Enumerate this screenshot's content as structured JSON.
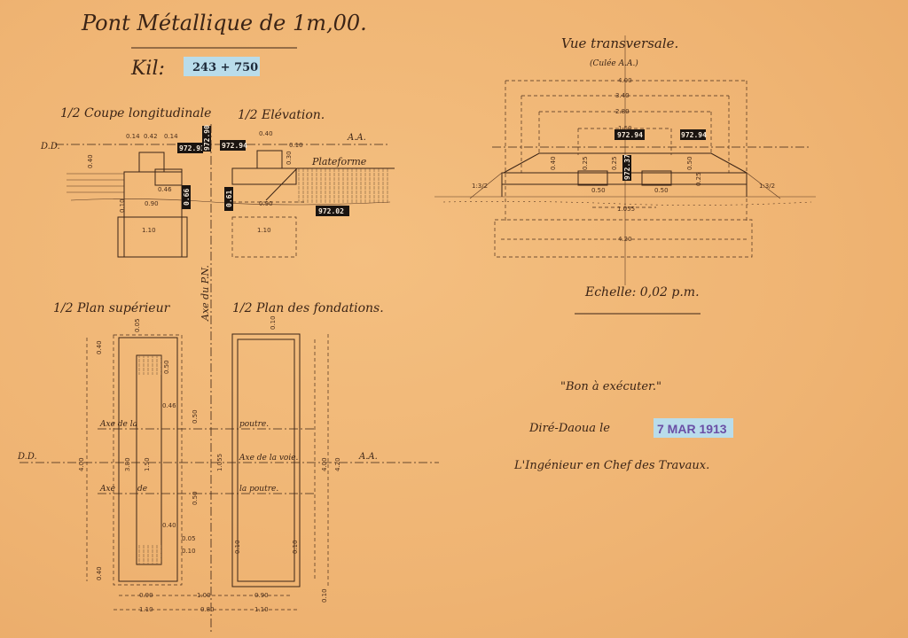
{
  "title": {
    "main": "Pont Métallique de 1m,00.",
    "kil_label": "Kil:",
    "kil_value": "243 + 750"
  },
  "section": {
    "coupe_label": "1/2 Coupe longitudinale",
    "elevation_label": "1/2 Elévation.",
    "dd": "D.D.",
    "aa": "A.A.",
    "plateforme": "Plateforme",
    "levels": [
      "972.93",
      "972.90",
      "972.94",
      "0.66",
      "0.61",
      "972.02"
    ],
    "dims": [
      "0.14",
      "0.42",
      "0.14",
      "0.40",
      "0.40",
      "0.10",
      "0.46",
      "0.90",
      "0.90",
      "1.10",
      "1.10",
      "0.10",
      "0.30"
    ]
  },
  "axis_label": "Axe du P.N.",
  "transverse": {
    "title": "Vue transversale.",
    "subtitle": "(Culée A.A.)",
    "dims": [
      "4.00",
      "3.40",
      "2.80",
      "1.50",
      "0.50",
      "0.50",
      "1.055",
      "4.20",
      "0.40",
      "0.50",
      "0.25",
      "0.25",
      "0.25"
    ],
    "levels": [
      "972.94",
      "972.94",
      "972.37"
    ],
    "slopes": [
      "1:3/2",
      "1:3/2"
    ],
    "scale": "Echelle: 0,02 p.m."
  },
  "plans": {
    "superieur_label": "1/2 Plan supérieur",
    "fondations_label": "1/2 Plan des fondations.",
    "dd": "D.D.",
    "aa": "A.A.",
    "axe_poutre_1a": "Axe de la",
    "axe_poutre_1b": "poutre.",
    "axe_voie": "Axe de la voie.",
    "axe_poutre_2a": "Axe",
    "axe_poutre_2b": "de",
    "axe_poutre_2c": "la poutre.",
    "dims_left": [
      "0.05",
      "0.40",
      "0.50",
      "0.46",
      "0.50",
      "0.50",
      "0.40",
      "0.05",
      "0.10",
      "0.40",
      "4.00",
      "3.80",
      "1.50",
      "1.055"
    ],
    "dims_right": [
      "0.10",
      "0.10",
      "0.10",
      "0.10",
      "4.00",
      "4.20"
    ],
    "dims_bottom": [
      "0.90",
      "1.00",
      "0.90",
      "1.10",
      "0.80",
      "1.10"
    ]
  },
  "approval": {
    "bon": "\"Bon à exécuter.\"",
    "place": "Diré-Daoua le",
    "date_stamp": "7 MAR 1913",
    "signatory": "L'Ingénieur en Chef des Travaux."
  },
  "colors": {
    "paper": "#f0b675",
    "ink": "#3b2416",
    "stamp": "#6a4fa6",
    "highlight": "#b9dcea"
  }
}
